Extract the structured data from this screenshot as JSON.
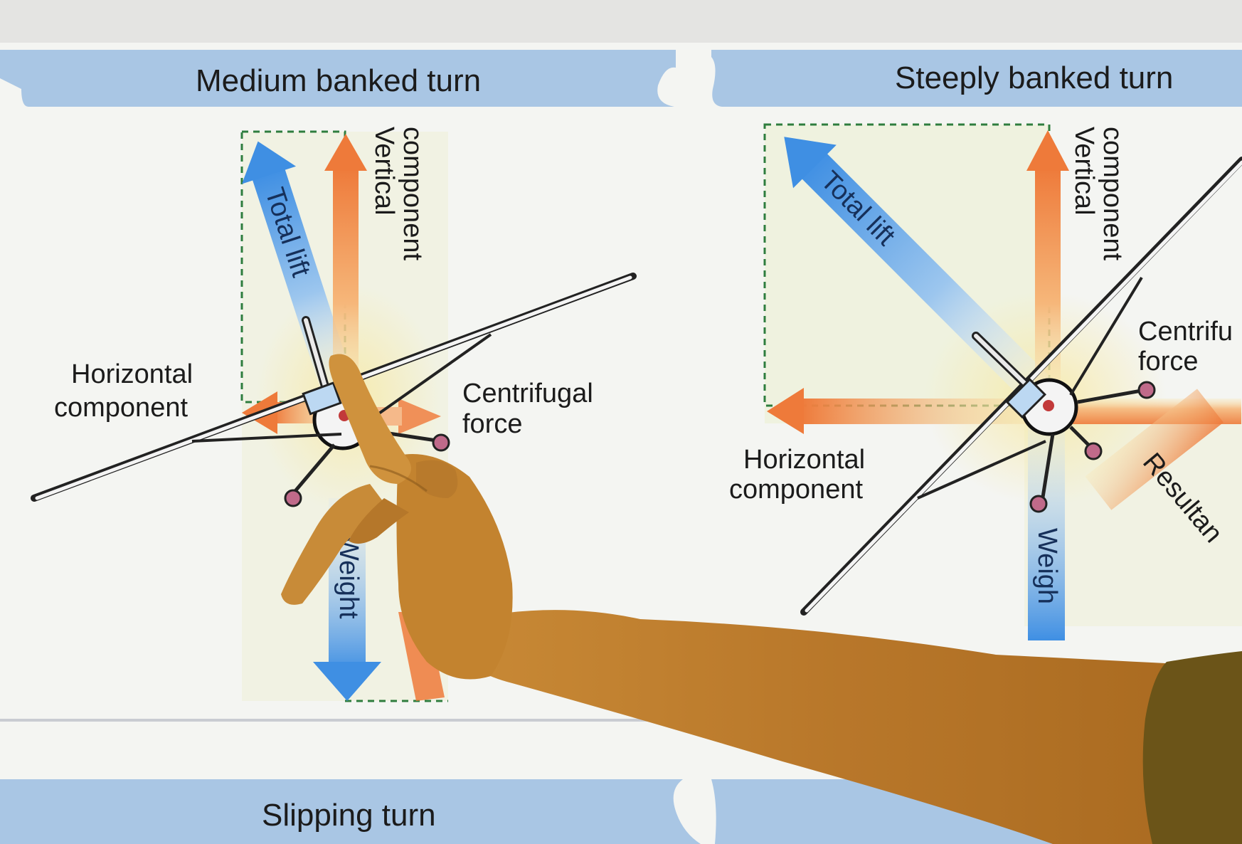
{
  "panels": {
    "medium": {
      "title": "Medium banked turn",
      "total_lift": "Total lift",
      "vertical_component": [
        "Vertical",
        "component"
      ],
      "horizontal_component": [
        "Horizontal",
        "component"
      ],
      "centrifugal_force": [
        "Centrifugal",
        "force"
      ],
      "weight": "Weight"
    },
    "steep": {
      "title": "Steeply banked turn",
      "total_lift": "Total lift",
      "vertical_component": [
        "Vertical",
        "component"
      ],
      "horizontal_component": [
        "Horizontal",
        "component"
      ],
      "centrifugal_force": [
        "Centrifu",
        "force"
      ],
      "weight": "Weigh",
      "resultant": "Resultan"
    },
    "slipping": {
      "title": "Slipping turn"
    }
  },
  "colors": {
    "banner": "#a9c6e4",
    "lift_arrow": "#3f8fe3",
    "component_arrow": "#ee7a3a",
    "yellow_glow": "#f4e8a8",
    "skin": "#c88a3a",
    "sleeve": "#6b5418"
  }
}
